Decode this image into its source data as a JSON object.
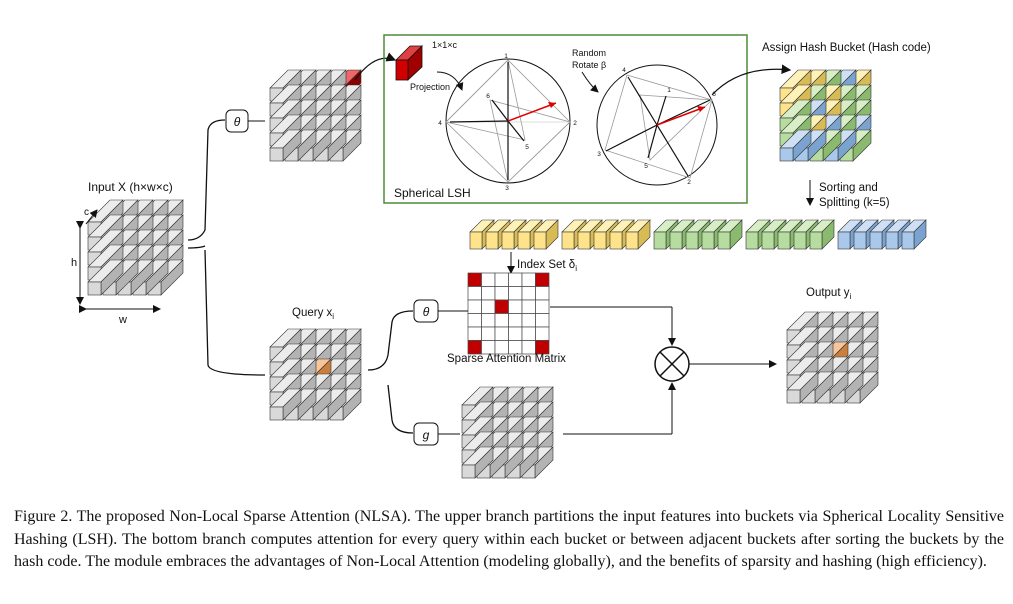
{
  "labels": {
    "input": "Input X (h×w×c)",
    "dim_c": "c",
    "dim_h": "h",
    "dim_w": "w",
    "theta_top": "θ",
    "theta_bottom": "θ",
    "g": "g",
    "query": "Query x",
    "query_sub": "i",
    "projection_dim": "1×1×c",
    "projection": "Projection",
    "random_rotate_line1": "Random",
    "random_rotate_line2": "Rotate β",
    "lsh_box": "Spherical LSH",
    "assign_bucket": "Assign Hash Bucket (Hash code)",
    "sorting_line1": "Sorting and",
    "sorting_line2": "Splitting (k=5)",
    "index_set": "Index Set δ",
    "index_set_sub": "i",
    "sparse_matrix": "Sparse Attention Matrix",
    "output": "Output y",
    "output_sub": "i",
    "multiply_symbol": "⊗"
  },
  "circle_numbers_left": [
    "1",
    "2",
    "3",
    "4",
    "5",
    "6"
  ],
  "circle_numbers_right": [
    "1",
    "2",
    "3",
    "4",
    "5",
    "6"
  ],
  "caption": "Figure 2. The proposed Non-Local Sparse Attention (NLSA). The upper branch partitions the input features into buckets via Spherical Locality Sensitive Hashing (LSH). The bottom branch computes attention for every query within each bucket or between adjacent buckets after sorting the buckets by the hash code. The module embraces the advantages of Non-Local Attention (modeling globally), and the benefits of sparsity and hashing (high efficiency).",
  "colors": {
    "gray": "#d9d9d9",
    "red": "#c00000",
    "orange": "#f0a868",
    "yellow": "#ffe38a",
    "green": "#b7dca0",
    "blue": "#a9c8ea",
    "lsh_border": "#4e8a3a",
    "arrow_red": "#e00000"
  },
  "sparse_matrix_cells": [
    [
      1,
      0,
      0,
      0,
      0,
      1
    ],
    [
      0,
      0,
      0,
      0,
      0,
      0
    ],
    [
      0,
      0,
      1,
      0,
      0,
      0
    ],
    [
      0,
      0,
      0,
      0,
      0,
      0
    ],
    [
      0,
      0,
      0,
      0,
      0,
      0
    ],
    [
      1,
      0,
      0,
      0,
      0,
      1
    ]
  ],
  "bucket_grid_rows": [
    [
      "yellow",
      "yellow",
      "green",
      "blue",
      "yellow"
    ],
    [
      "yellow",
      "green",
      "yellow",
      "green",
      "green"
    ],
    [
      "green",
      "blue",
      "yellow",
      "green",
      "green"
    ],
    [
      "green",
      "yellow",
      "blue",
      "green",
      "blue"
    ],
    [
      "blue",
      "blue",
      "green",
      "blue",
      "green"
    ]
  ],
  "sorted_bar_colors": [
    "yellow",
    "yellow",
    "green",
    "green",
    "blue"
  ]
}
